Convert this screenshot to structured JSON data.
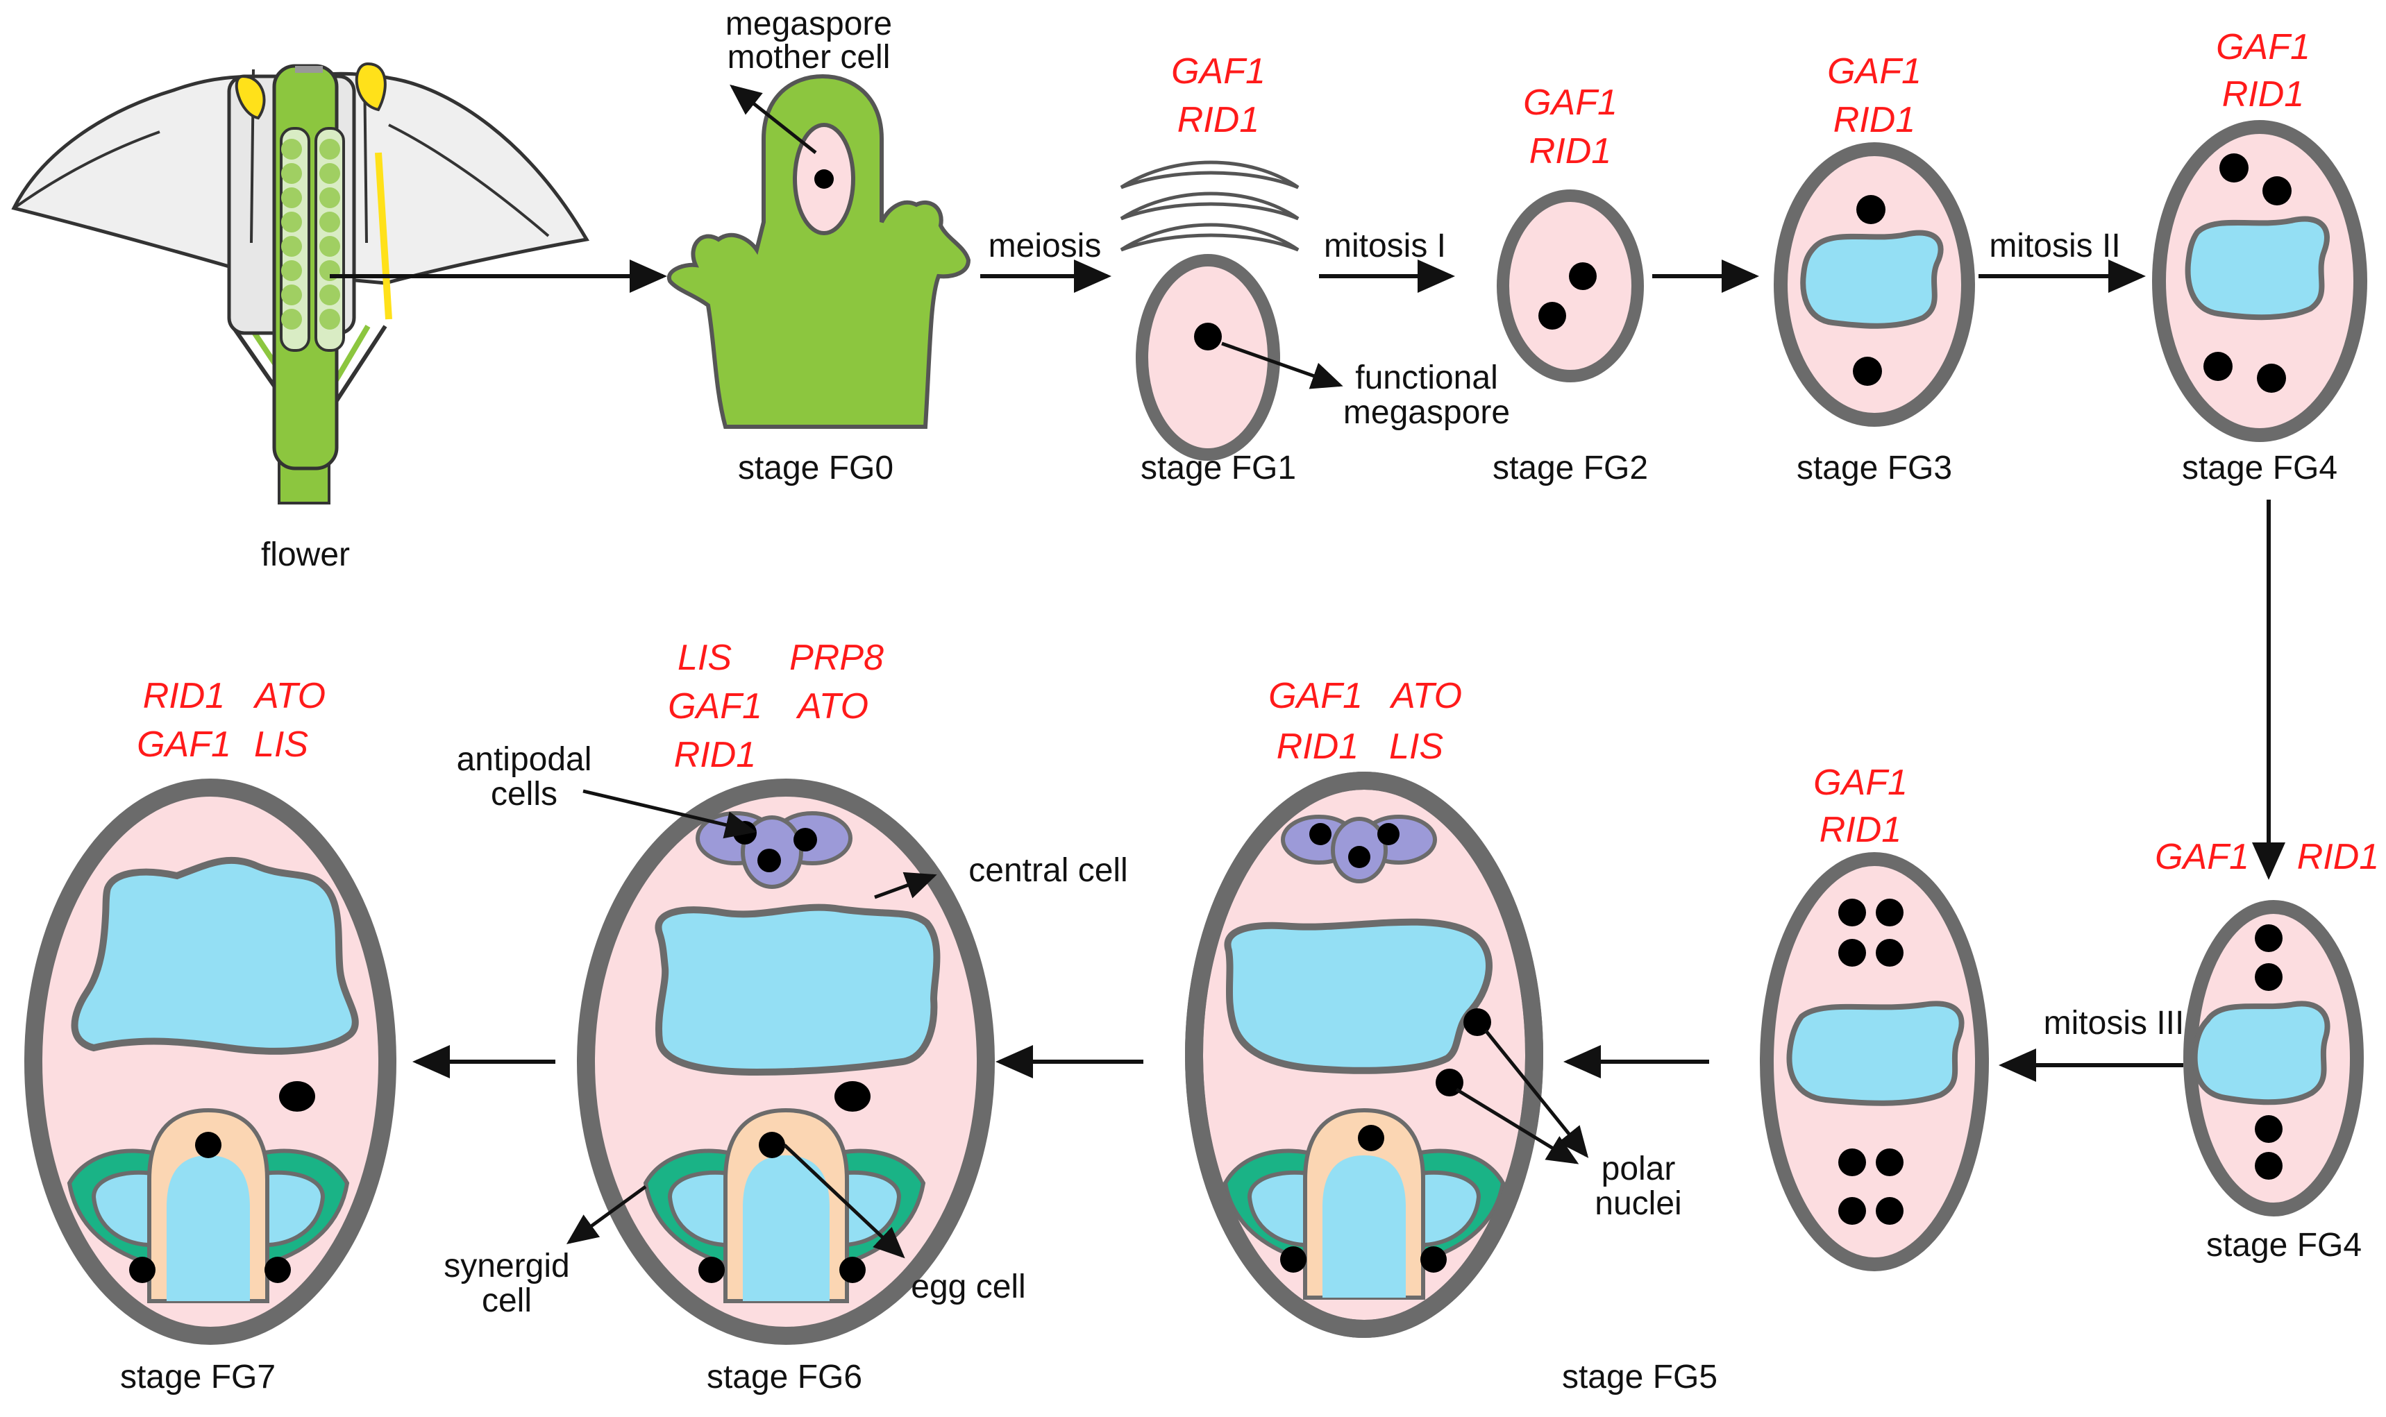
{
  "labels": {
    "flower": "flower",
    "megaspore_mother_cell_1": "megaspore",
    "megaspore_mother_cell_2": "mother cell",
    "meiosis": "meiosis",
    "mitosis_1": "mitosis I",
    "mitosis_2": "mitosis II",
    "mitosis_3": "mitosis III",
    "functional_megaspore_1": "functional",
    "functional_megaspore_2": "megaspore",
    "antipodal_cells_1": "antipodal",
    "antipodal_cells_2": "cells",
    "central_cell": "central cell",
    "synergid_cell_1": "synergid",
    "synergid_cell_2": "cell",
    "egg_cell": "egg cell",
    "polar_nuclei_1": "polar",
    "polar_nuclei_2": "nuclei"
  },
  "stages": {
    "fg0": "stage FG0",
    "fg1": "stage FG1",
    "fg2": "stage FG2",
    "fg3": "stage FG3",
    "fg4_top": "stage FG4",
    "fg4_right": "stage FG4",
    "fg5": "stage FG5",
    "fg6": "stage FG6",
    "fg7": "stage FG7"
  },
  "genes": {
    "fg1": [
      "GAF1",
      "RID1"
    ],
    "fg2": [
      "GAF1",
      "RID1"
    ],
    "fg3": [
      "GAF1",
      "RID1"
    ],
    "fg4_top": [
      "GAF1",
      "RID1"
    ],
    "fg4_right": [
      "GAF1",
      "RID1"
    ],
    "fg4_mid": [
      "GAF1",
      "RID1"
    ],
    "fg5": [
      "GAF1",
      "ATO",
      "RID1",
      "LIS"
    ],
    "fg6": [
      "LIS",
      "PRP8",
      "GAF1",
      "ATO",
      "RID1"
    ],
    "fg7": [
      "RID1",
      "ATO",
      "GAF1",
      "LIS"
    ]
  },
  "colors": {
    "gene_text": "#ff1a1a",
    "cell_wall": "#6b6b6b",
    "cytoplasm": "#fcdde0",
    "vacuole": "#94dff4",
    "plant_green": "#8cc63f",
    "antipodal": "#9c9ad8",
    "synergid": "#1ab386",
    "egg": "#fbd6b3",
    "anther_yellow": "#ffe11a"
  }
}
